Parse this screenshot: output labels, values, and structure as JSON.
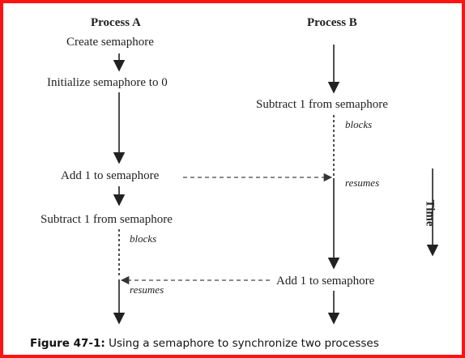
{
  "diagram": {
    "process_a_title": "Process A",
    "process_b_title": "Process B",
    "a_steps": {
      "create": "Create semaphore",
      "init": "Initialize semaphore to 0",
      "add": "Add 1 to semaphore",
      "subtract": "Subtract 1 from semaphore",
      "blocks": "blocks",
      "resumes": "resumes"
    },
    "b_steps": {
      "subtract": "Subtract 1 from semaphore",
      "blocks": "blocks",
      "resumes": "resumes",
      "add": "Add 1 to semaphore"
    },
    "time_label": "Time",
    "colors": {
      "border": "#ff1212",
      "ink": "#222222",
      "dashed_arrow": "#444444"
    }
  },
  "caption": {
    "figure_label": "Figure 47-1:",
    "text": "Using a semaphore to synchronize two processes"
  }
}
